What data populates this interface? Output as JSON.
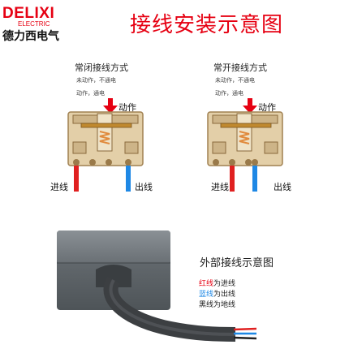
{
  "logo": {
    "word": "DELIXI",
    "sub": "ELECTRIC",
    "cn": "德力西电气"
  },
  "title": "接线安装示意图",
  "nc": {
    "title": "常闭接线方式",
    "note1": "未动作，不通电",
    "note2": "动作，通电",
    "action": "动作",
    "in_label": "进线",
    "out_label": "出线"
  },
  "no": {
    "title": "常开接线方式",
    "note1": "未动作，不通电",
    "note2": "动作，通电",
    "action": "动作",
    "in_label": "进线",
    "out_label": "出线"
  },
  "external": {
    "title": "外部接线示意图",
    "legend": [
      {
        "key": "红线",
        "rest": "为进线",
        "color": "#e60012"
      },
      {
        "key": "蓝线",
        "rest": "为出线",
        "color": "#1e88e5"
      },
      {
        "key": "",
        "rest": "黑线为地线",
        "color": "#222222"
      }
    ]
  },
  "colors": {
    "brand": "#e60012",
    "wire_blue": "#1e88e5",
    "switch_body": "#d9c29a",
    "spring": "#e08a3c"
  }
}
